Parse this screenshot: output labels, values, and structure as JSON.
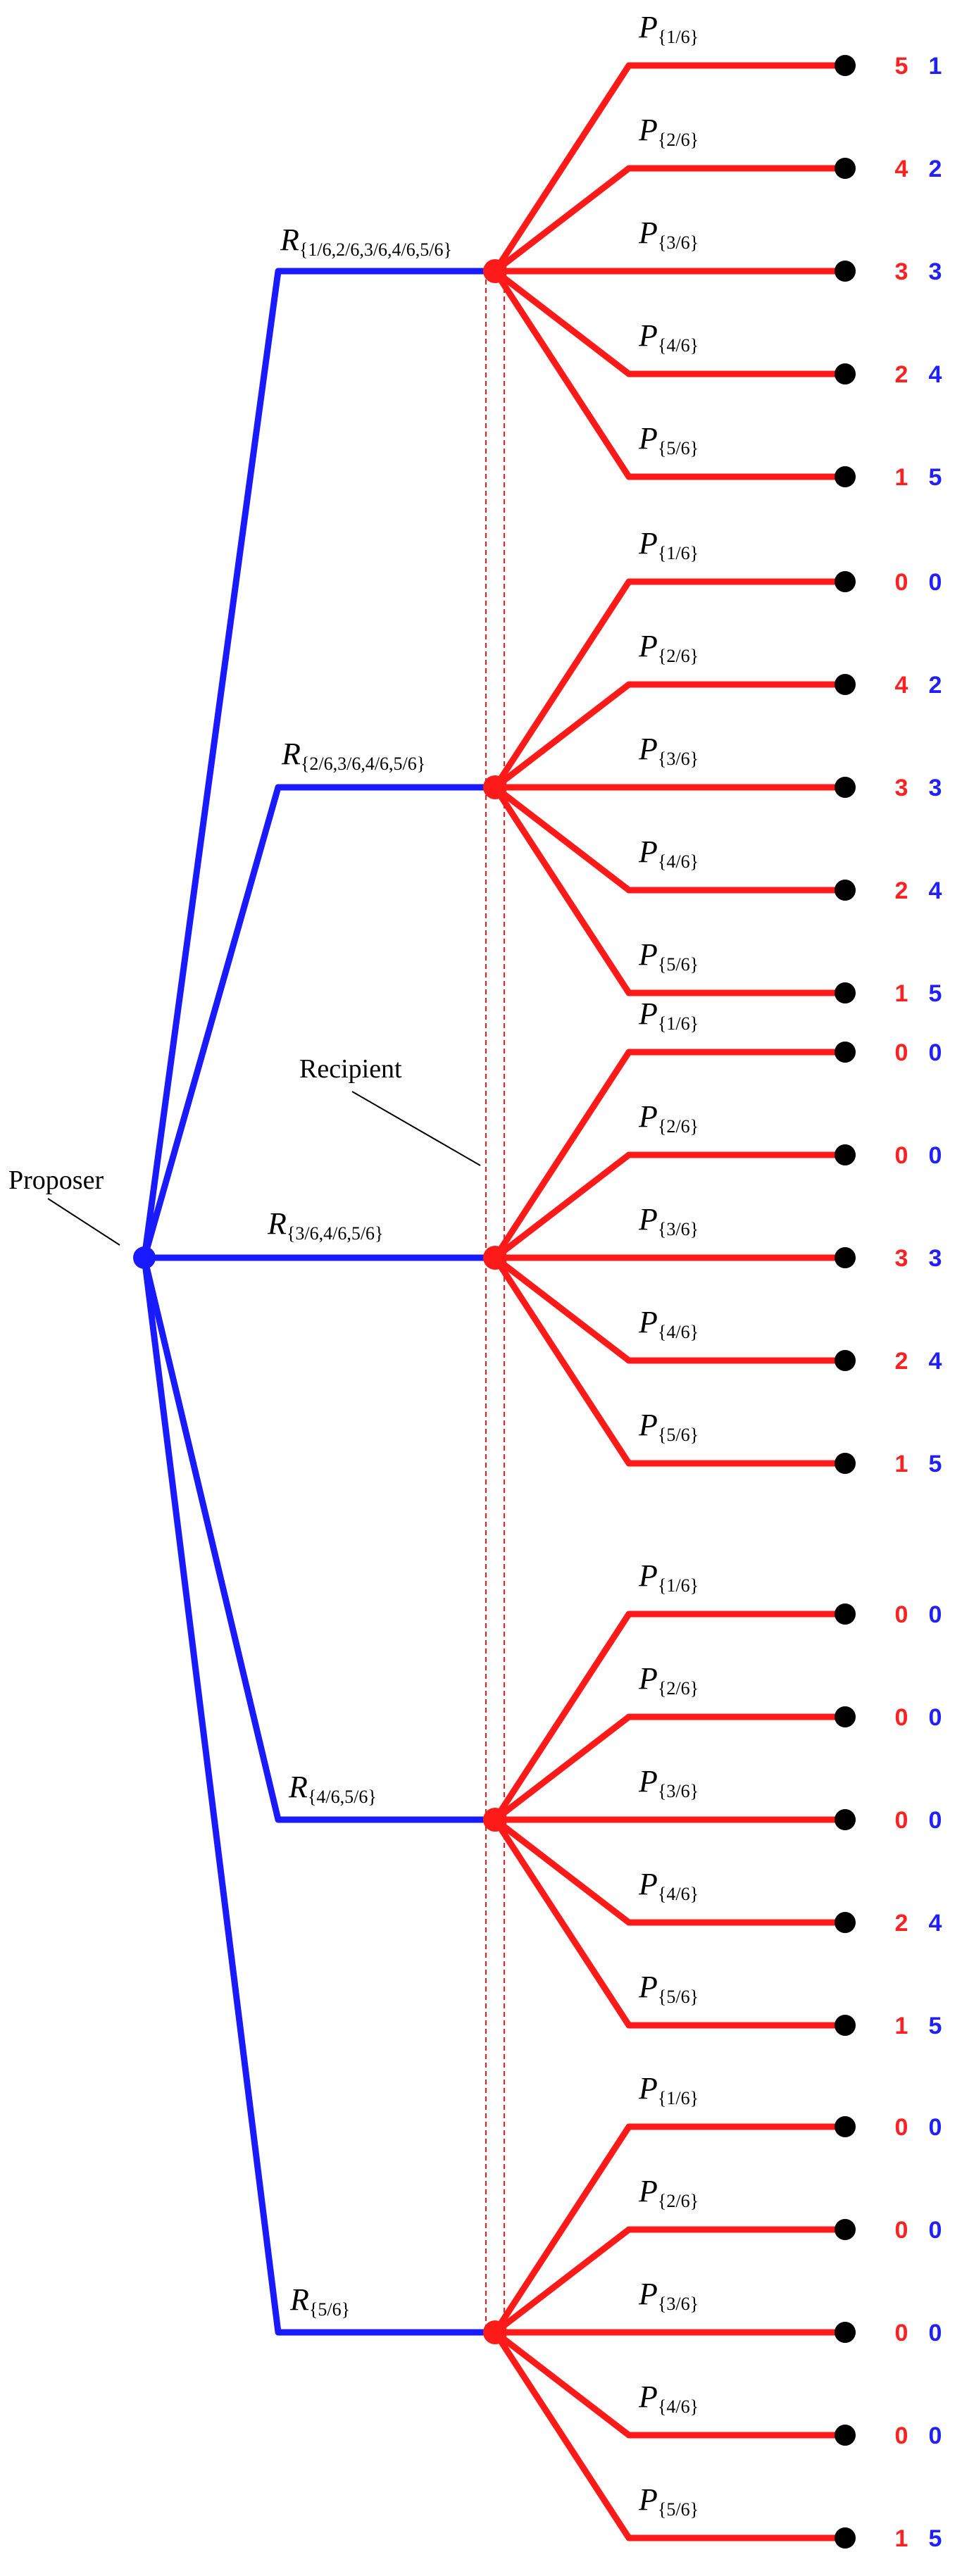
{
  "proposer_label": "Proposer",
  "recipient_label": "Recipient",
  "colors": {
    "proposer": "#1a1aff",
    "recipient": "#ff1a1a",
    "terminal": "#000000",
    "payoff_proposer": "#ff2020",
    "payoff_recipient": "#2020ff"
  },
  "rules": [
    {
      "symbol": "R",
      "subscript": "{1/6,2/6,3/6,4/6,5/6}"
    },
    {
      "symbol": "R",
      "subscript": "{2/6,3/6,4/6,5/6}"
    },
    {
      "symbol": "R",
      "subscript": "{3/6,4/6,5/6}"
    },
    {
      "symbol": "R",
      "subscript": "{4/6,5/6}"
    },
    {
      "symbol": "R",
      "subscript": "{5/6}"
    }
  ],
  "proposal_symbol": "P",
  "proposals": [
    "{1/6}",
    "{2/6}",
    "{3/6}",
    "{4/6}",
    "{5/6}"
  ],
  "payoffs": [
    [
      [
        "5",
        "1"
      ],
      [
        "4",
        "2"
      ],
      [
        "3",
        "3"
      ],
      [
        "2",
        "4"
      ],
      [
        "1",
        "5"
      ]
    ],
    [
      [
        "0",
        "0"
      ],
      [
        "4",
        "2"
      ],
      [
        "3",
        "3"
      ],
      [
        "2",
        "4"
      ],
      [
        "1",
        "5"
      ]
    ],
    [
      [
        "0",
        "0"
      ],
      [
        "0",
        "0"
      ],
      [
        "3",
        "3"
      ],
      [
        "2",
        "4"
      ],
      [
        "1",
        "5"
      ]
    ],
    [
      [
        "0",
        "0"
      ],
      [
        "0",
        "0"
      ],
      [
        "0",
        "0"
      ],
      [
        "2",
        "4"
      ],
      [
        "1",
        "5"
      ]
    ],
    [
      [
        "0",
        "0"
      ],
      [
        "0",
        "0"
      ],
      [
        "0",
        "0"
      ],
      [
        "0",
        "0"
      ],
      [
        "1",
        "5"
      ]
    ]
  ]
}
